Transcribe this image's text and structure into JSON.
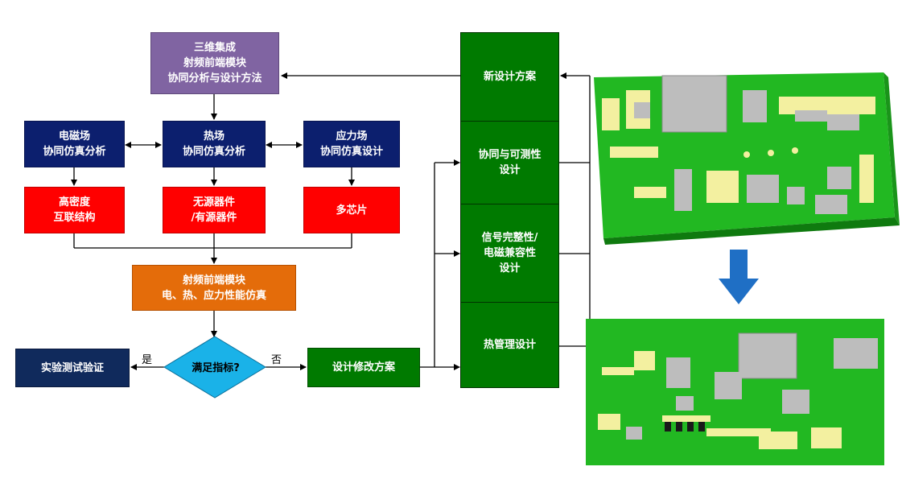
{
  "boxes": {
    "top": "三维集成\n射频前端模块\n协同分析与设计方法",
    "em": "电磁场\n协同仿真分析",
    "thermal": "热场\n协同仿真分析",
    "stress": "应力场\n协同仿真设计",
    "hdi": "高密度\n互联结构",
    "passive": "无源器件\n/有源器件",
    "multichip": "多芯片",
    "sim": "射频前端模块\n电、热、应力性能仿真",
    "decision": "满足指标?",
    "verify": "实验测试验证",
    "modify": "设计修改方案"
  },
  "labels": {
    "yes": "是",
    "no": "否"
  },
  "stack": {
    "items": [
      "新设计方案",
      "协同与可测性\n设计",
      "信号完整性/\n电磁兼容性\n设计",
      "热管理设计"
    ]
  },
  "colors": {
    "navy": "#0c1f6e",
    "red": "#ff0000",
    "purple": "#8064a2",
    "orange": "#e46c0a",
    "green": "#007a00",
    "diamond": "#1ab2e8",
    "arrow_blue": "#1f6fc5",
    "pcb_green": "#22b822",
    "pad": "#f3f0a0"
  }
}
